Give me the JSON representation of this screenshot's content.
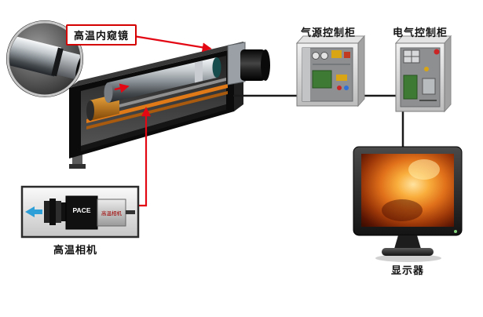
{
  "diagram": {
    "type": "system-connection-diagram",
    "labels": {
      "endoscope": "高温内窥镜",
      "air_cabinet": "气源控制柜",
      "electric_cabinet": "电气控制柜",
      "camera": "高温相机",
      "monitor": "显示器"
    },
    "camera_inset": {
      "brand": "PACE",
      "model_text": "高温相机"
    },
    "colors": {
      "connector_red": "#e30613",
      "connector_black": "#1a1a1a",
      "machine_body": "#0b0b0b",
      "rail_orange": "#e07a18",
      "arrow_blue": "#2f9fd8",
      "screen_fire_core": "#ffe3a0",
      "screen_fire_edge": "#3f0e00"
    }
  }
}
